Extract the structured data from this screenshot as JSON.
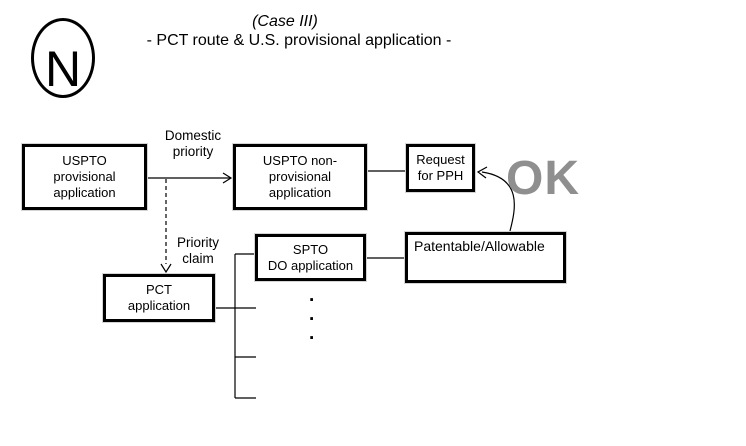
{
  "header": {
    "case_label": "(Case III)",
    "title": "- PCT route & U.S. provisional application -"
  },
  "logo": {
    "letter": "N"
  },
  "nodes": {
    "uspto_provisional": {
      "label": "USPTO\nprovisional\napplication"
    },
    "uspto_non_provisional": {
      "label": "USPTO non-\nprovisional\napplication"
    },
    "request_for_pph": {
      "label": "Request\nfor PPH"
    },
    "pct_application": {
      "label": "PCT\napplication"
    },
    "spto_do_application": {
      "label": "SPTO\nDO application"
    },
    "patentable_allowable": {
      "label": "Patentable/Allowable"
    }
  },
  "edge_labels": {
    "domestic_priority": "Domestic\npriority",
    "priority_claim": "Priority\nclaim",
    "ok": "OK",
    "continuation_dots": ".\n.\n."
  },
  "colors": {
    "ok_text": "#8f8f8f",
    "line": "#000000",
    "box_border": "#000000",
    "background": "#ffffff"
  }
}
